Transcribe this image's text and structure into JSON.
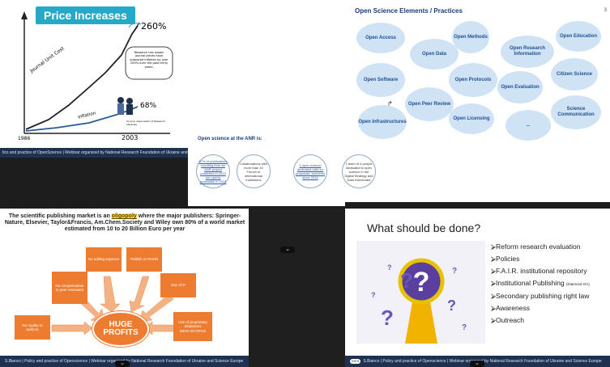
{
  "panel1": {
    "title": "Price Increases",
    "ylabel": "Journal Unit Cost",
    "inflation_label": "Inflation",
    "pct_high": "260%",
    "pct_low": "68%",
    "note": "Research has shown journal prices have outpaced inflation by over 250% over the past thirty years.",
    "source": "Source: Association of Research Libraries",
    "year_start": "1986",
    "year_end": "2003",
    "footer": "tics and practice of OpenScience | Webinar organized by National Research Foundation of Ukraine and Science Europe"
  },
  "panel2": {
    "title": "Open Science Elements / Practices",
    "elements": [
      "Open Access",
      "Open Data",
      "Open Methods",
      "Open Research Information",
      "Open Education",
      "Open Software",
      "Open Peer Review",
      "Open Protocols",
      "Open Evaluation",
      "Citizen Science",
      "Open Infrastructures",
      "Open Licensing",
      "...",
      "Science Communication"
    ]
  },
  "panel3": {
    "title": "Open science at the ANR is:",
    "circles": [
      "67% of publications resulting from an ANR project published in 2023 are openly accessible in 2024",
      "Collaborations with more than 10 French or international institutions",
      "4 open science dedicated calls for proposals, launched since 2019",
      "1 team of 4 people dedicated to open science in the Digital Strategy and Data Directorate"
    ]
  },
  "panel4": {
    "title_before": "The scientific publishing market is an ",
    "title_highlight": "oligopoly",
    "title_after": " where the major publishers: Springer-Nature, Elsevier, Taylor&Francis, Am.Chem.Society and Wiley own 80% of a world market estimated from 10 to 20 Billion Euro per year",
    "hub": "HUGE PROFITS",
    "boxes": [
      "No editing expense",
      "Publish or Perish",
      "No compensation to peer reviewers",
      "Use of IF",
      "No royalty to authors",
      "Use of proprietary databases WOS+SCOPUS"
    ],
    "footer": "S.Bianco | Policy and practice of Openscience | Webinar organized by National Research Foundation of Ukraine and Science Europe"
  },
  "panel5": {
    "title": "What should be done?",
    "items": [
      {
        "text": "Reform research evaluation",
        "note": ""
      },
      {
        "text": "Policies",
        "note": ""
      },
      {
        "text": "F.A.I.R. institutional repository",
        "note": ""
      },
      {
        "text": "Institutional Publishing",
        "note": "(Diamond OA)"
      },
      {
        "text": "Secondary publishing right law",
        "note": ""
      },
      {
        "text": "Awareness",
        "note": ""
      },
      {
        "text": "Outreach",
        "note": ""
      }
    ],
    "footer_logo": "INFN",
    "footer": "S.Bianco | Policy and practice of Openscience | Webinar organized by National Research Foundation of Ukraine and Science Europe"
  },
  "colors": {
    "accent_blue": "#26a8c9",
    "bubble_fill": "#cfe3f5",
    "orange": "#ee7c30",
    "footer_navy": "#1f3150"
  }
}
